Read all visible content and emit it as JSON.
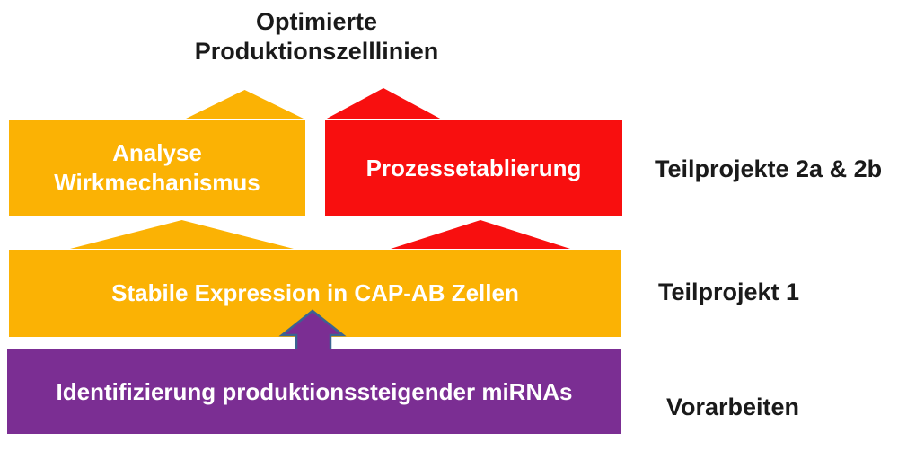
{
  "title": {
    "line1": "Optimierte",
    "line2": "Produktionszelllinien"
  },
  "boxes": {
    "analyse": {
      "line1": "Analyse",
      "line2": "Wirkmechanismus"
    },
    "prozess": {
      "label": "Prozessetablierung"
    },
    "stabile": {
      "label": "Stabile Expression in CAP-AB Zellen"
    },
    "identifizierung": {
      "label": "Identifizierung produktionssteigender miRNAs"
    }
  },
  "side_labels": {
    "row1": "Teilprojekte 2a & 2b",
    "row2": "Teilprojekt 1",
    "row3": "Vorarbeiten"
  },
  "icons": {
    "up_arrow_gold_top": "up-arrow",
    "up_arrow_red_top": "up-arrow",
    "up_arrow_gold_mid": "up-arrow",
    "up_arrow_red_mid": "up-arrow",
    "up_arrow_purple": "block-up-arrow"
  },
  "colors": {
    "gold": "#FBB204",
    "red": "#F80F0F",
    "purple": "#7B2E93",
    "arrow_outline": "#3A6491",
    "text_dark": "#1A1A1A",
    "text_light": "#FFFFFF",
    "background": "#FFFFFF"
  }
}
